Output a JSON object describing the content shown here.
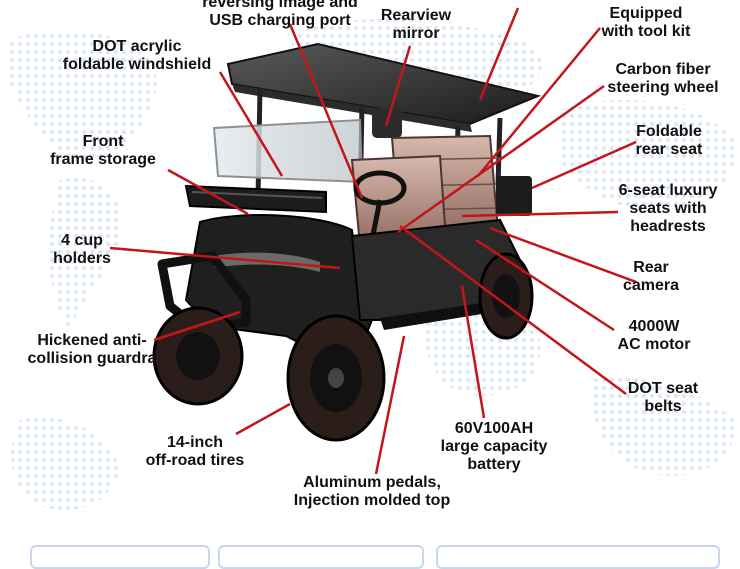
{
  "colors": {
    "leader": "#c4151c",
    "label_text": "#111111",
    "map_dots": "#d4e1f1",
    "background": "#ffffff"
  },
  "labels": {
    "charging_port": [
      "reversing image and",
      "USB charging port"
    ],
    "rearview_mirror": [
      "Rearview",
      "mirror"
    ],
    "tool_kit": [
      "Equipped",
      "with tool kit"
    ],
    "windshield": [
      "DOT acrylic",
      "foldable windshield"
    ],
    "steering_wheel": [
      "Carbon fiber",
      "steering wheel"
    ],
    "front_storage": [
      "Front",
      "frame storage"
    ],
    "rear_seat": [
      "Foldable",
      "rear seat"
    ],
    "luxury_seats": [
      "6-seat luxury",
      "seats with",
      "headrests"
    ],
    "cup_holders": [
      "4 cup",
      "holders"
    ],
    "rear_camera": [
      "Rear",
      "camera"
    ],
    "ac_motor": [
      "4000W",
      "AC motor"
    ],
    "guard": [
      "Hickened anti-",
      "collision guardra"
    ],
    "seat_belts": [
      "DOT seat",
      "belts"
    ],
    "battery": [
      "60V100AH",
      "large capacity",
      "battery"
    ],
    "tires": [
      "14-inch",
      "off-road tires"
    ],
    "pedals": [
      "Aluminum pedals,",
      "Injection molded top"
    ]
  },
  "bottom_cards": [
    "",
    "",
    ""
  ]
}
